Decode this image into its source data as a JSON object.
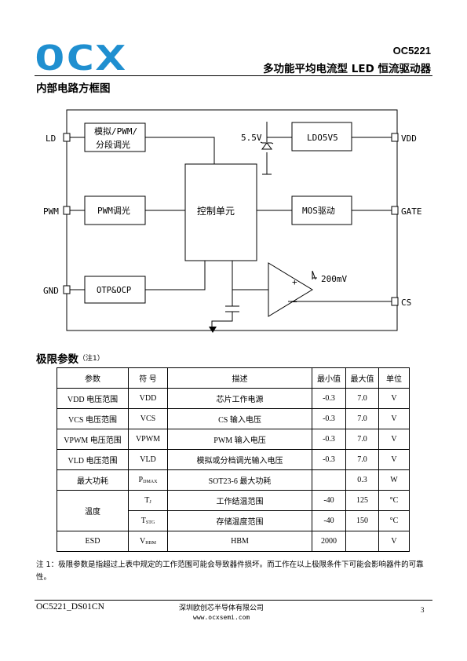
{
  "header": {
    "logo_text": "OCX",
    "part_number": "OC5221",
    "subtitle": "多功能平均电流型 LED 恒流驱动器"
  },
  "block_diagram": {
    "section_title": "内部电路方框图",
    "pins": {
      "ld": "LD",
      "pwm": "PWM",
      "gnd": "GND",
      "vdd": "VDD",
      "gate": "GATE",
      "cs": "CS"
    },
    "blocks": {
      "analog_line1": "模拟/PWM/",
      "analog_line2": "分段调光",
      "pwm_dim": "PWM调光",
      "otp_ocp": "OTP&OCP",
      "control": "控制单元",
      "ldo": "LDO5V5",
      "mos": "MOS驱动"
    },
    "zener_label": "5.5V",
    "ref_voltage": "200mV",
    "comparator_plus": "+",
    "comparator_minus": "−"
  },
  "abs_max": {
    "section_title": "极限参数",
    "note_ref": "（注1）",
    "headers": [
      "参数",
      "符 号",
      "描述",
      "最小值",
      "最大值",
      "单位"
    ],
    "rows": [
      {
        "param": "VDD 电压范围",
        "sym_main": "VDD",
        "sym_sub": "",
        "desc": "芯片工作电源",
        "min": "-0.3",
        "max": "7.0",
        "unit": "V"
      },
      {
        "param": "VCS 电压范围",
        "sym_main": "VCS",
        "sym_sub": "",
        "desc": "CS 输入电压",
        "min": "-0.3",
        "max": "7.0",
        "unit": "V"
      },
      {
        "param": "VPWM 电压范围",
        "sym_main": "VPWM",
        "sym_sub": "",
        "desc": "PWM 输入电压",
        "min": "-0.3",
        "max": "7.0",
        "unit": "V"
      },
      {
        "param": "VLD 电压范围",
        "sym_main": "VLD",
        "sym_sub": "",
        "desc": "模拟或分档调光输入电压",
        "min": "-0.3",
        "max": "7.0",
        "unit": "V"
      },
      {
        "param": "最大功耗",
        "sym_main": "P",
        "sym_sub": "DMAX",
        "desc": "SOT23-6 最大功耗",
        "min": "",
        "max": "0.3",
        "unit": "W"
      },
      {
        "param": "温度",
        "sym_main": "T",
        "sym_sub": "J",
        "desc": "工作结温范围",
        "min": "-40",
        "max": "125",
        "unit": "°C"
      },
      {
        "param": "",
        "sym_main": "T",
        "sym_sub": "STG",
        "desc": "存储温度范围",
        "min": "-40",
        "max": "150",
        "unit": "°C"
      },
      {
        "param": "ESD",
        "sym_main": "V",
        "sym_sub": "HBM",
        "desc": "HBM",
        "min": "2000",
        "max": "",
        "unit": "V"
      }
    ],
    "footnote": "注 1：极限参数是指超过上表中规定的工作范围可能会导致器件损坏。而工作在以上极限条件下可能会影响器件的可靠性。"
  },
  "footer": {
    "doc_id": "OC5221_DS01CN",
    "company": "深圳欧创芯半导体有限公司",
    "website": "www.ocxsemi.com",
    "page": "3"
  },
  "colors": {
    "logo_blue": "#1f8fd0"
  }
}
